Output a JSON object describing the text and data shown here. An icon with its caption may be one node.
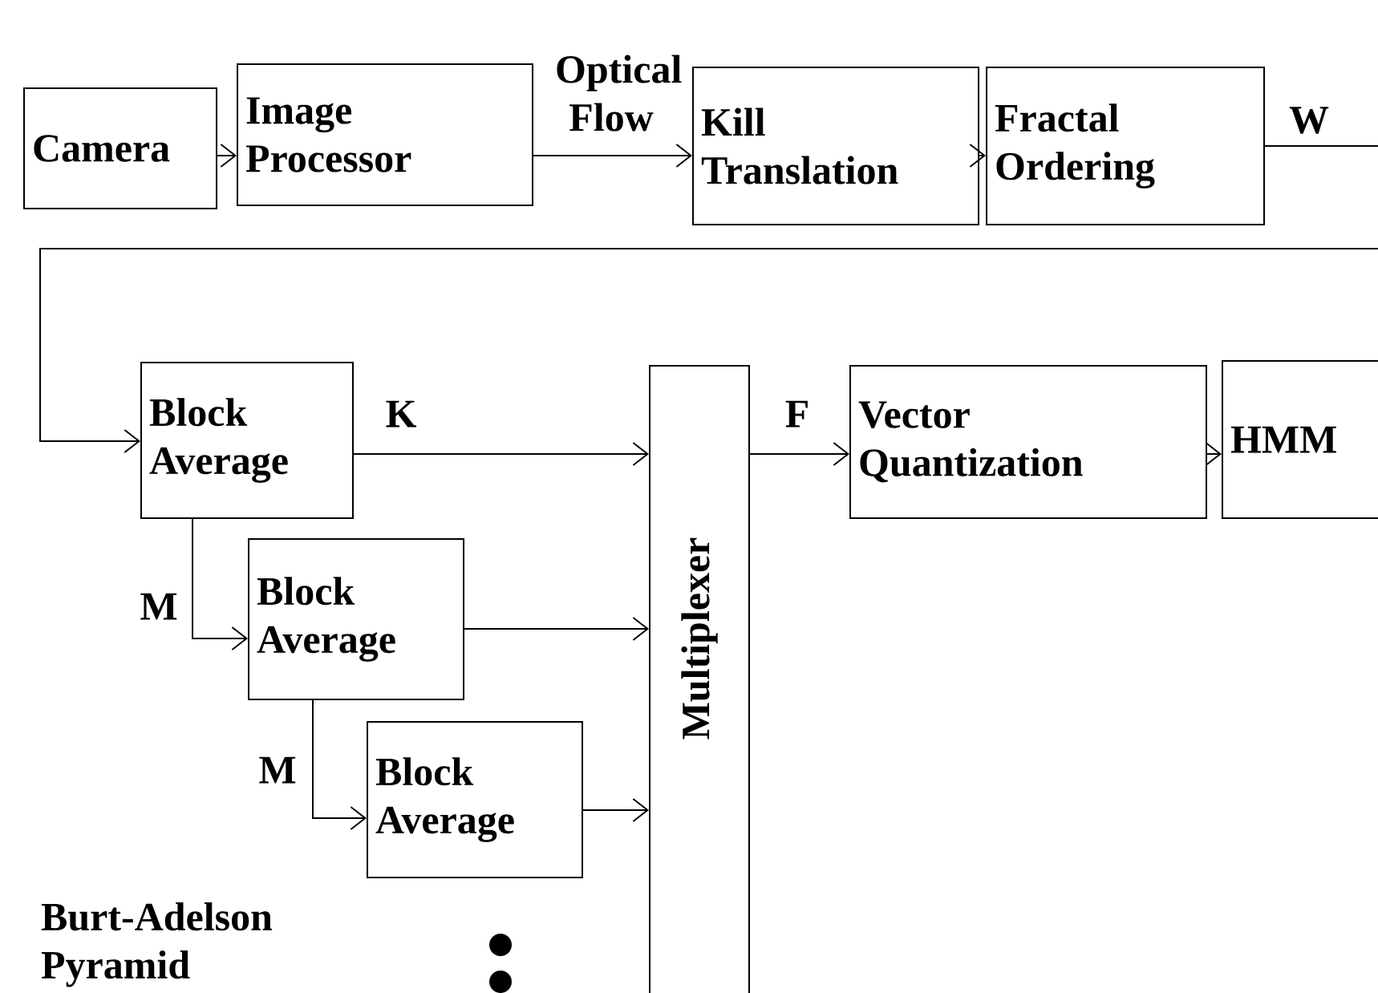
{
  "diagram": {
    "nodes": [
      {
        "text": [
          "Camera"
        ]
      },
      {
        "text": [
          "Image Processor"
        ]
      },
      {
        "text": [
          "Kill Translation"
        ]
      },
      {
        "text": [
          "Fractal Ordering"
        ]
      },
      {
        "text": [
          "Block Average"
        ]
      },
      {
        "text": [
          "Block Average"
        ]
      },
      {
        "text": [
          "Block Average"
        ]
      },
      {
        "text": [
          "Multiplexer"
        ]
      },
      {
        "text": [
          "Vector Quantization"
        ]
      },
      {
        "text": [
          "HMM"
        ]
      }
    ],
    "edges": [
      {
        "from": 0,
        "to": 1,
        "arrow": "to"
      },
      {
        "from": 1,
        "to": 2,
        "arrow": "to",
        "label": "Optical Flow"
      },
      {
        "from": 2,
        "to": 3,
        "arrow": "to"
      },
      {
        "from": 3,
        "to": 4,
        "arrow": "to",
        "label": "W"
      },
      {
        "from": 4,
        "to": 7,
        "arrow": "to",
        "label": "K"
      },
      {
        "from": 4,
        "to": 5,
        "arrow": "to",
        "label": "M"
      },
      {
        "from": 5,
        "to": 7,
        "arrow": "to"
      },
      {
        "from": 5,
        "to": 6,
        "arrow": "to",
        "label": "M"
      },
      {
        "from": 6,
        "to": 7,
        "arrow": "to"
      },
      {
        "from": 7,
        "to": 8,
        "arrow": "to",
        "label": "F"
      },
      {
        "from": 8,
        "to": 9,
        "arrow": "to"
      }
    ],
    "labels": [
      "Burt-Adelson Pyramid"
    ]
  }
}
